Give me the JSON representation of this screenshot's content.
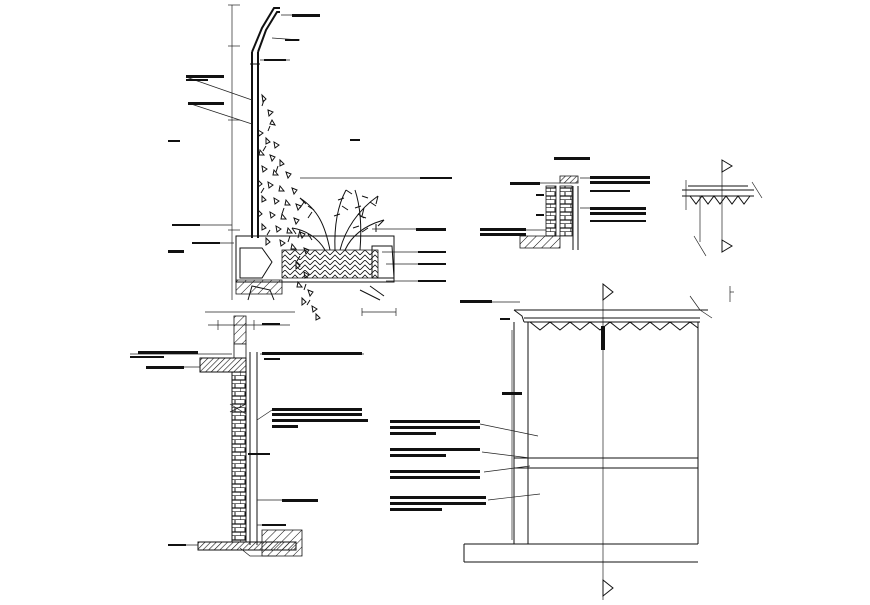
{
  "drawing": {
    "sheet_background": "#ffffff",
    "ink_color": "#111111",
    "views": [
      {
        "id": "planter-wall-section",
        "caption": ""
      },
      {
        "id": "cornice-detail",
        "caption": ""
      },
      {
        "id": "roof-edge-detail",
        "caption": ""
      },
      {
        "id": "brick-wall-section",
        "caption": ""
      },
      {
        "id": "building-elevation-section",
        "caption": ""
      }
    ]
  }
}
